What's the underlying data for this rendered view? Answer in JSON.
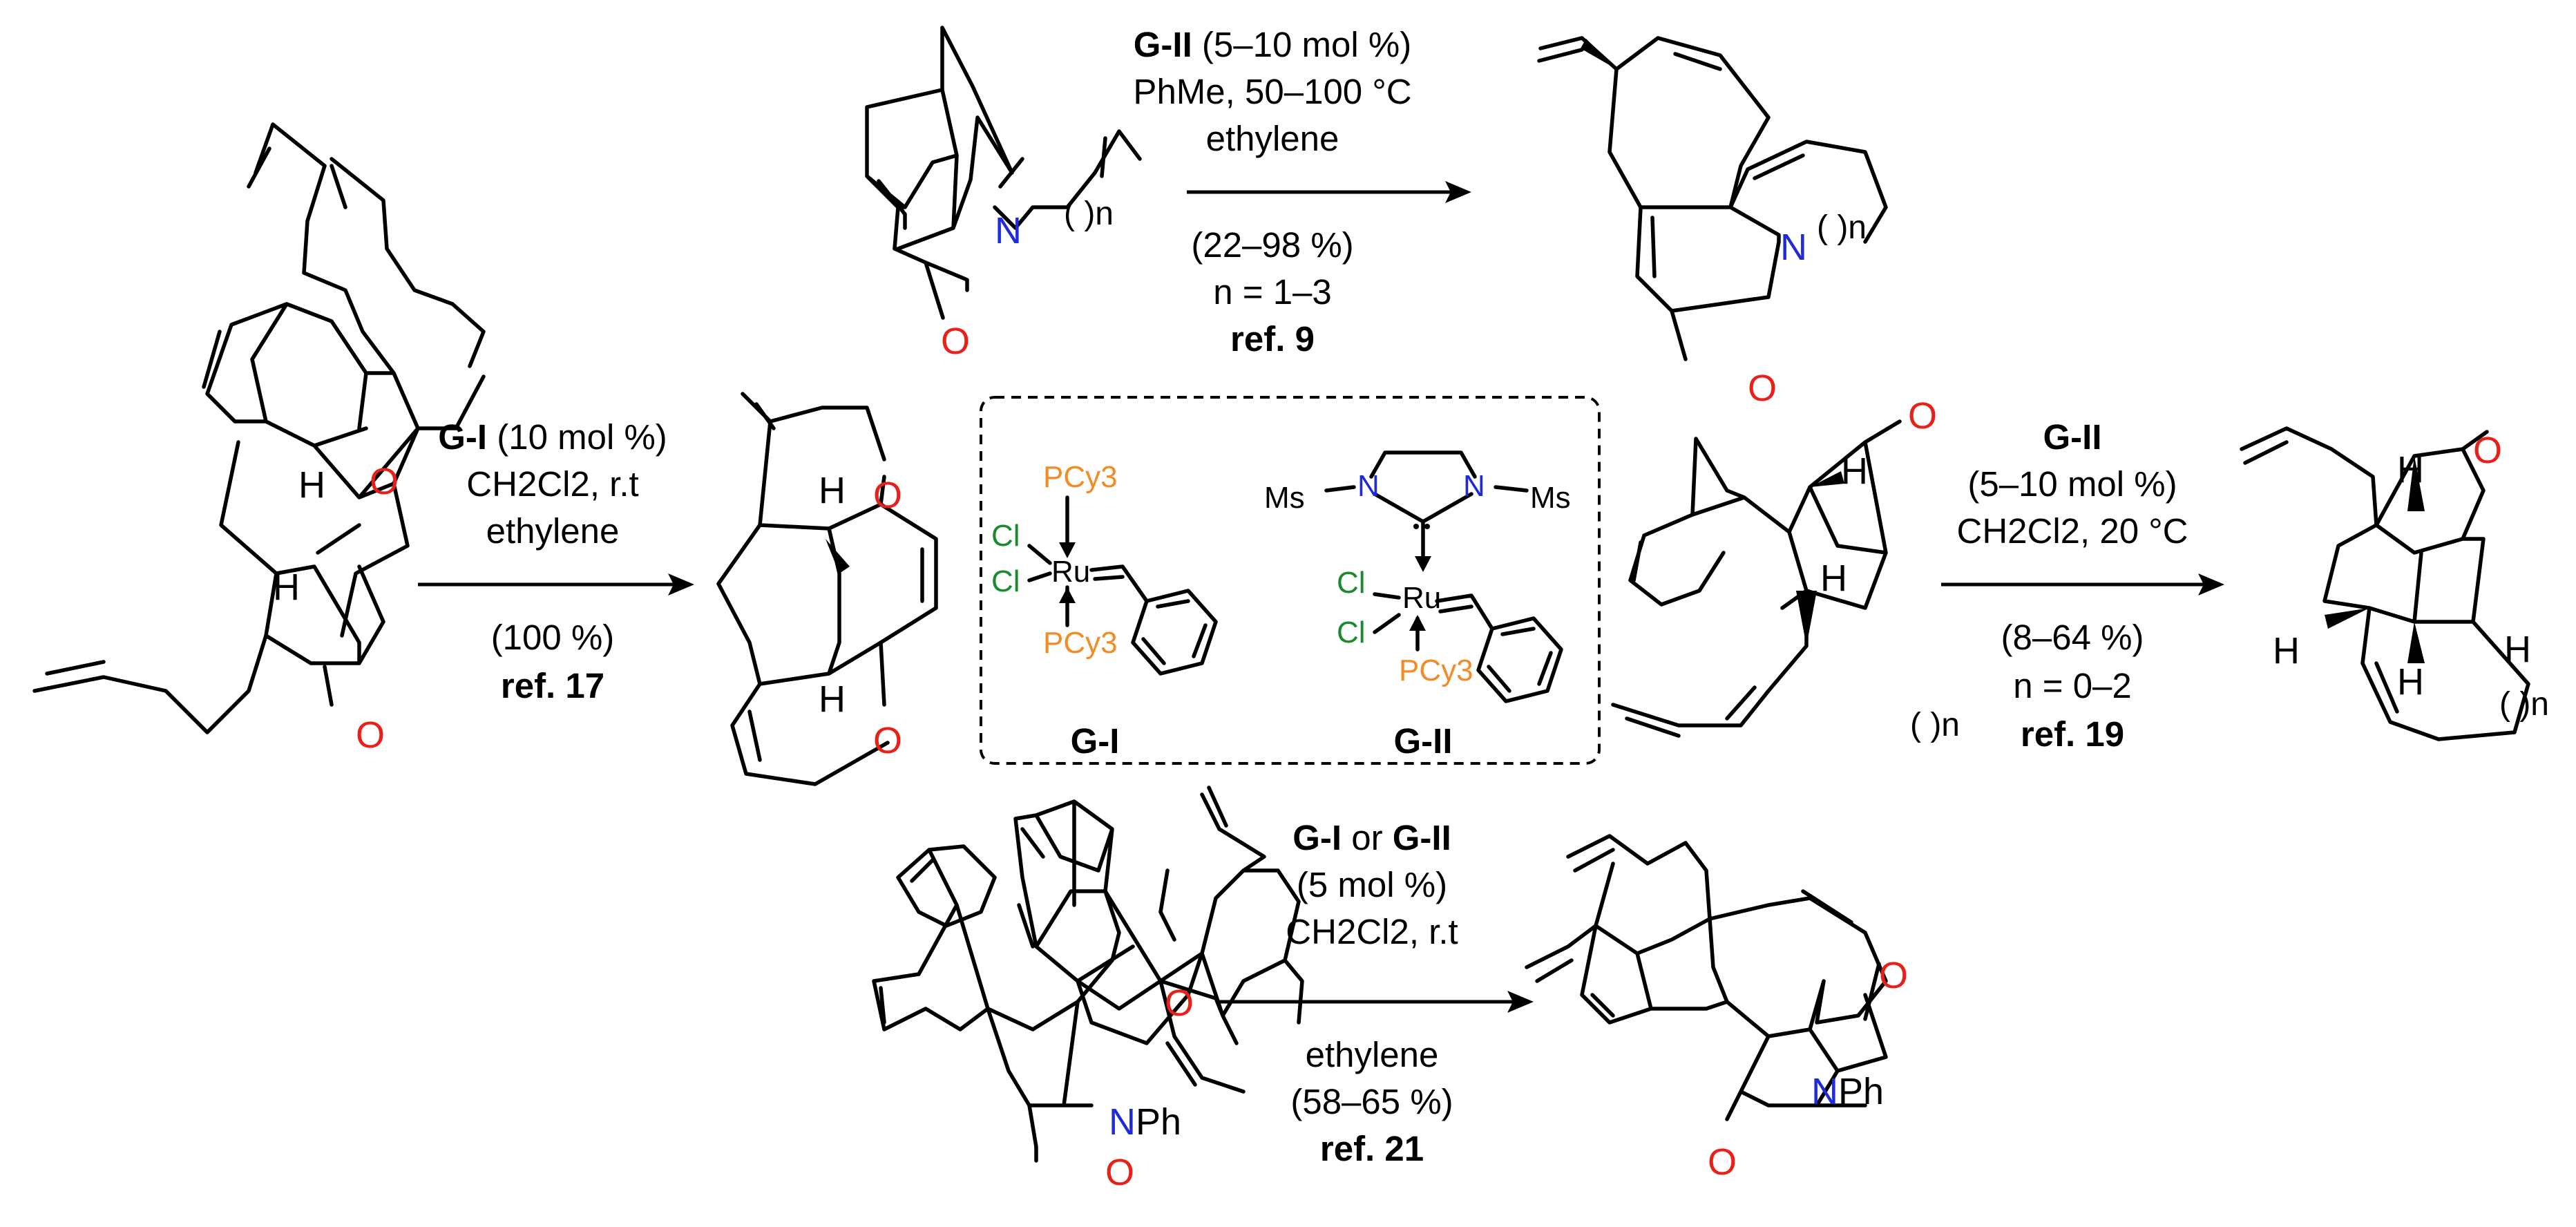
{
  "colors": {
    "oxygen": "#e8201a",
    "nitrogen": "#1f2bd8",
    "phosphine": "#f28c28",
    "chloride": "#1a8a2e"
  },
  "atoms": {
    "O": "O",
    "N": "N",
    "H": "H",
    "NPh": "NPh",
    "n": "n",
    "paren_n": "( )n",
    "Ru": "Ru",
    "Cl": "Cl",
    "PCy3": "PCy3",
    "Ms": "Ms"
  },
  "reaction_top": {
    "catalyst": "G-II",
    "loading": " (5–10 mol %)",
    "solvent_temp": "PhMe, 50–100 °C",
    "gas": "ethylene",
    "yield": "(22–98 %)",
    "n_range": "n = 1–3",
    "ref": "ref. 9"
  },
  "reaction_left": {
    "catalyst": "G-I",
    "loading": " (10 mol %)",
    "solvent": "CH2Cl2, r.t",
    "gas": "ethylene",
    "yield": "(100 %)",
    "ref": "ref. 17"
  },
  "reaction_right": {
    "catalyst": "G-II",
    "loading": "(5–10 mol %)",
    "solvent_temp": "CH2Cl2, 20 °C",
    "yield": "(8–64 %)",
    "n_range": "n = 0–2",
    "ref": "ref. 19"
  },
  "reaction_bottom": {
    "catalyst_a": "G-I",
    "or": " or ",
    "catalyst_b": "G-II",
    "loading": "(5 mol %)",
    "solvent": "CH2Cl2, r.t",
    "gas": "ethylene",
    "yield": "(58–65 %)",
    "ref": "ref. 21"
  },
  "catalysts": {
    "first_label": "G-I",
    "second_label": "G-II"
  }
}
